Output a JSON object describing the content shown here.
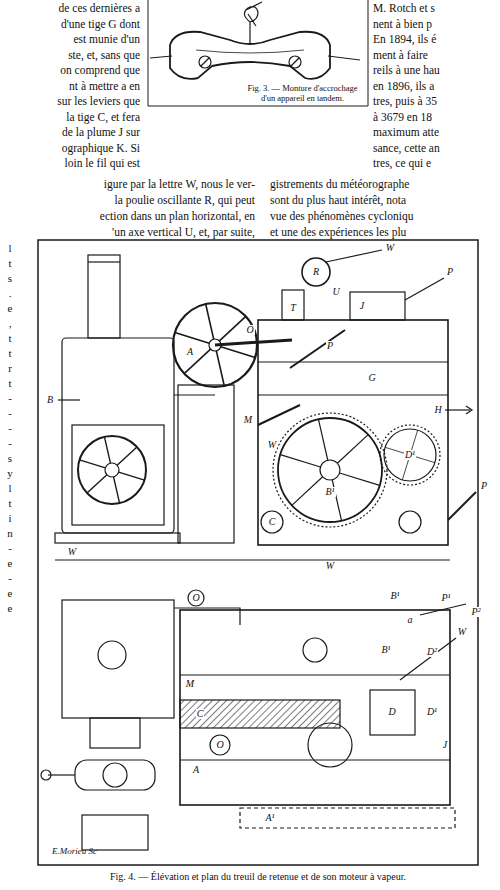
{
  "diagram": {
    "caption": "Fig. 4. — Élévation et plan du treuil de retenue et de son moteur à vapeur.",
    "labels": [
      "de ces dernières a",
      "d'une tige G dont",
      "est munie d'un",
      "ste, et, sans que",
      "on comprend que",
      "nt à mettre a en",
      "sur les leviers que",
      "la tige C, et fera",
      "de la plume J sur",
      "ographique K. Si",
      "loin le fil qui est",
      "igure par la lettre W, nous le ver-",
      "la poulie oscillante R, qui peut",
      "ection dans un plan horizontal, en",
      "'un axe vertical U, et, par suite,",
      "M. Rotch et s",
      "nent à bien p",
      "En 1894, ils é",
      "ment à faire",
      "reils à une hau",
      "en 1896, ils a",
      "tres, puis à 35",
      "à 3679 en 18",
      "maximum atte",
      "sance, cette an",
      "tres, ce qui e",
      "gistrements du météorographe",
      "sont du plus haut intérêt, nota",
      "vue des phénomènes cycloniqu",
      "et une des expériences les plu",
      "Fig. 3. — Monture d'accrochage d'un appareil en tandem.",
      "l",
      "t",
      "s",
      ".",
      "e",
      ",",
      "t",
      "t",
      "r",
      "t",
      "-",
      "-",
      "-",
      "-",
      "s",
      "y",
      "l",
      "t",
      "i",
      "n",
      "-",
      "e",
      "-",
      "e",
      "e",
      "W",
      "R",
      "U",
      "T",
      "J",
      "P",
      "B",
      "A",
      "O",
      "P",
      "G",
      "H",
      "M",
      "W",
      "B¹",
      "D¹",
      "C",
      "W",
      "W",
      "P",
      "O",
      "B¹",
      "P¹",
      "P²",
      "W",
      "a",
      "D²",
      "B¹",
      "D",
      "D¹",
      "M",
      "C",
      "O",
      "A",
      "J",
      "A¹",
      "E.Morieu Sc"
    ]
  }
}
